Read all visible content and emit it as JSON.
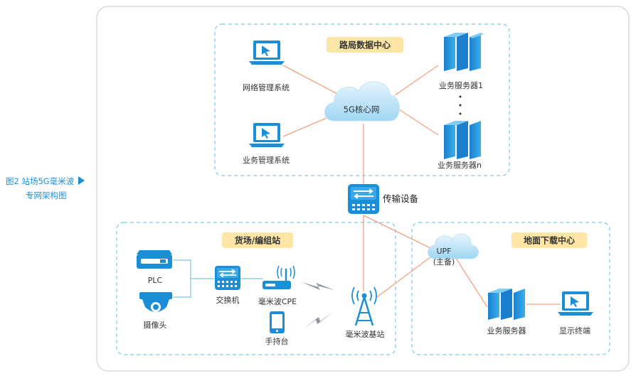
{
  "caption": {
    "line1": "图2  站场5G毫米波",
    "line2": "专网架构图"
  },
  "colors": {
    "accent": "#1a8fd8",
    "link": "#f2a283",
    "zone_border": "#7cc6ea",
    "label_bg": "#fde6a5"
  },
  "zones": {
    "data_center": "路局数据中心",
    "yard": "货场/编组站",
    "ground": "地面下载中心"
  },
  "nodes": {
    "core": "5G核心网",
    "nms": "网络管理系统",
    "bms": "业务管理系统",
    "server1": "业务服务器1",
    "servern": "业务服务器n",
    "transport": "传输设备",
    "plc": "PLC",
    "camera": "摄像头",
    "switch": "交换机",
    "cpe": "毫米波CPE",
    "handheld": "手持台",
    "basestation": "毫米波基站",
    "upf_line1": "UPF",
    "upf_line2": "(主备)",
    "ground_server": "业务服务器",
    "display": "显示终端"
  },
  "icons": [
    "laptop-icon",
    "server-icon",
    "cloud-icon",
    "transport-icon",
    "plc-icon",
    "camera-icon",
    "switch-icon",
    "router-icon",
    "phone-icon",
    "antenna-icon",
    "wireless-icon"
  ]
}
